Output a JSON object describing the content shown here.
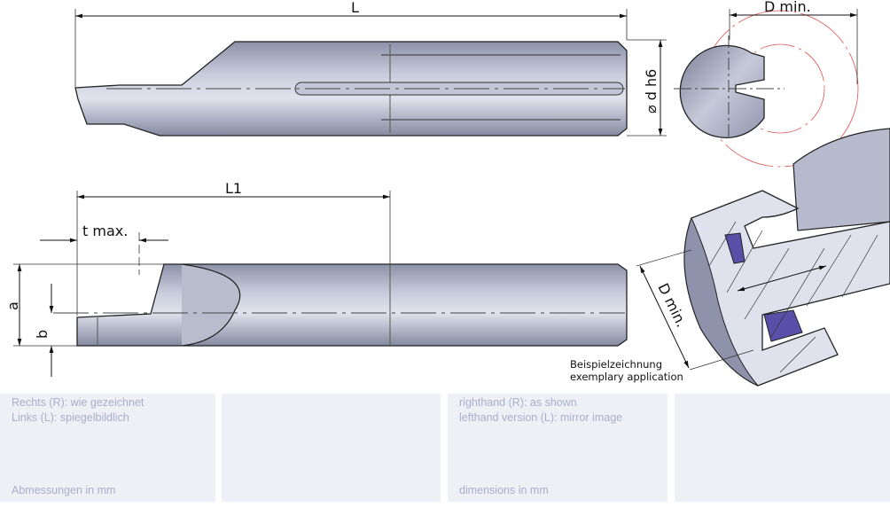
{
  "top_view": {
    "length_label": "L",
    "diameter_label": "⌀ d h6",
    "bore_label": "D min."
  },
  "side_view": {
    "length_label": "L1",
    "depth_label": "t max.",
    "height_a_label": "a",
    "height_b_label": "b"
  },
  "application": {
    "bore_label": "D min.",
    "caption_de": "Beispielzeichnung",
    "caption_en": "exemplary application"
  },
  "notes": {
    "de": {
      "line1": "Rechts (R): wie gezeichnet",
      "line2": "Links (L): spiegelbildlich",
      "units": "Abmessungen in mm"
    },
    "en": {
      "line1": "righthand (R): as shown",
      "line2": "lefthand version (L): mirror image",
      "units": "dimensions in mm"
    }
  },
  "colors": {
    "steel_dark": "#7d8199",
    "steel_light": "#d3d6e4",
    "insert": "#5a4fa8",
    "construction": "#e05050",
    "panel": "#eef0f6",
    "panel_text": "#a8afcb"
  }
}
